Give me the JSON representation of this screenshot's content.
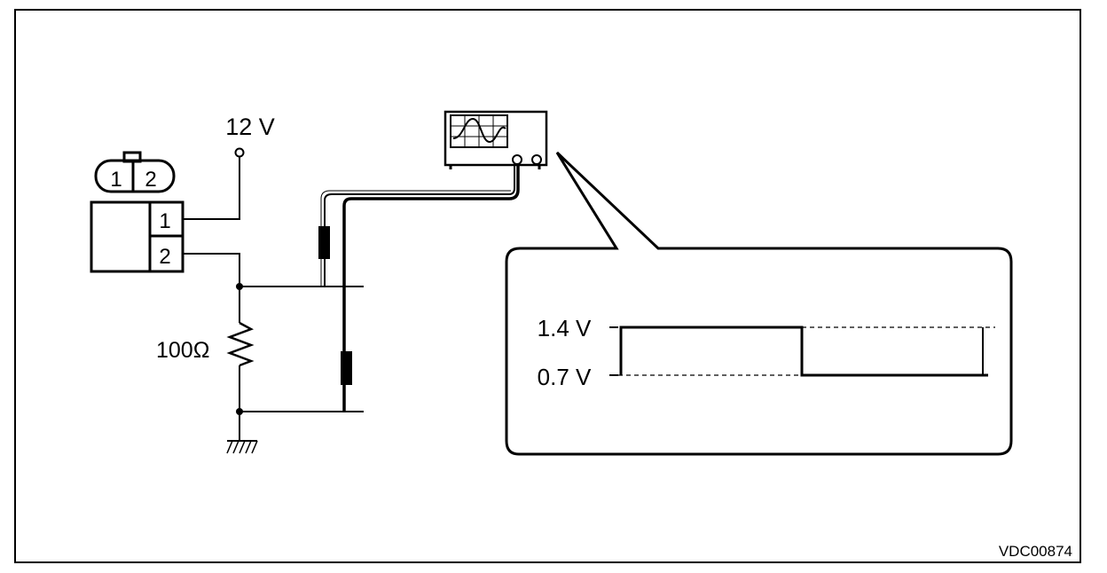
{
  "diagram": {
    "supply_voltage_label": "12 V",
    "connector_top": {
      "pin_left": "1",
      "pin_right": "2"
    },
    "connector_pins": [
      "1",
      "2"
    ],
    "resistor_label": "100Ω",
    "waveform": {
      "high_label": "1.4 V",
      "low_label": "0.7 V",
      "high_value_v": 1.4,
      "low_value_v": 0.7
    },
    "figure_code": "VDC00874"
  }
}
